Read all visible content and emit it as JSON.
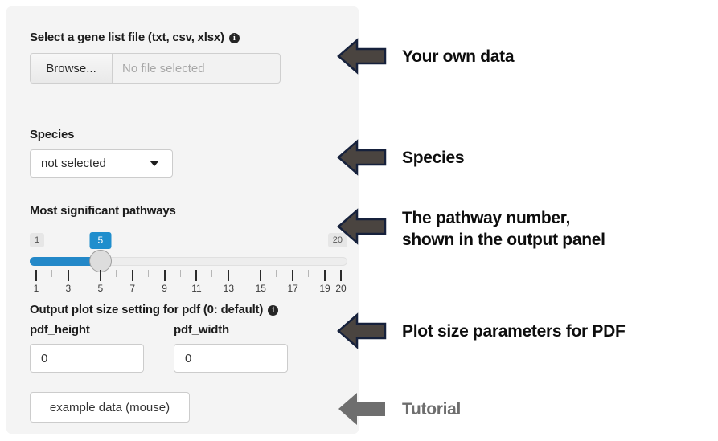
{
  "panel": {
    "file_input": {
      "label": "Select a gene list file (txt, csv, xlsx)",
      "info_icon": "info-icon",
      "browse_label": "Browse...",
      "placeholder": "No file selected",
      "value": ""
    },
    "species": {
      "label": "Species",
      "selected": "not selected",
      "caret_icon": "chevron-down-icon"
    },
    "slider": {
      "label": "Most significant pathways",
      "min_label": "1",
      "max_label": "20",
      "value": "5",
      "min": 1,
      "max": 20,
      "tick_labels": [
        "1",
        "3",
        "5",
        "7",
        "9",
        "11",
        "13",
        "15",
        "17",
        "19",
        "20"
      ],
      "tick_values": [
        1,
        3,
        5,
        7,
        9,
        11,
        13,
        15,
        17,
        19,
        20
      ],
      "minor_tick_values": [
        2,
        4,
        6,
        8,
        10,
        12,
        14,
        16,
        18
      ],
      "fill_color": "#2388c8",
      "bubble_color": "#1f8ecd"
    },
    "pdf": {
      "label": "Output plot size setting for pdf (0: default)",
      "info_icon": "info-icon",
      "height_label": "pdf_height",
      "height_value": "0",
      "width_label": "pdf_width",
      "width_value": "0"
    },
    "example_button": {
      "label": "example data (mouse)"
    },
    "background_color": "#f4f4f4"
  },
  "annotations": [
    {
      "name": "your-own-data",
      "text": "Your own data",
      "color": "#0d0d0d"
    },
    {
      "name": "species",
      "text": "Species",
      "color": "#0d0d0d"
    },
    {
      "name": "pathway-number",
      "line1": "The pathway number,",
      "line2": "shown in the output panel",
      "color": "#0d0d0d"
    },
    {
      "name": "plot-size",
      "text": "Plot size parameters for PDF",
      "color": "#0d0d0d"
    },
    {
      "name": "tutorial",
      "text": "Tutorial",
      "color": "#6e6e6e"
    }
  ],
  "arrow_colors": {
    "dark_fill": "#4a4440",
    "dark_outline": "#16213c",
    "muted_fill": "#6e6e6e"
  }
}
